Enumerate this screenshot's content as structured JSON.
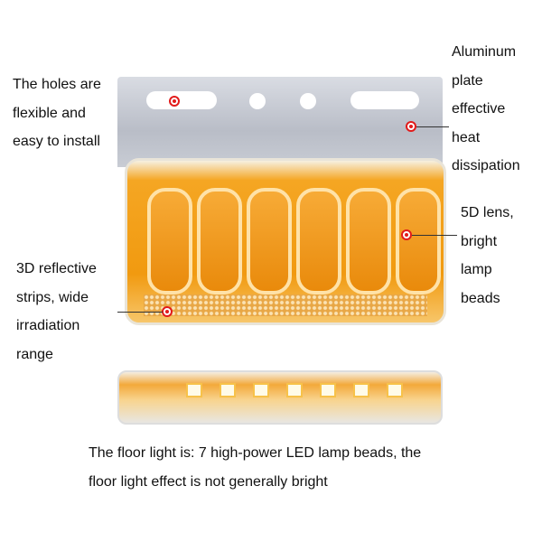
{
  "callouts": {
    "holes": [
      "The holes are",
      "flexible and",
      "easy to install"
    ],
    "aluminum": [
      "Aluminum",
      "plate",
      "effective",
      "heat",
      "dissipation"
    ],
    "lens": [
      "5D lens,",
      "bright",
      "lamp",
      "beads"
    ],
    "reflective": [
      "3D reflective",
      "strips, wide",
      "irradiation",
      "range"
    ]
  },
  "caption": [
    "The floor light is: 7 high-power LED lamp beads, the",
    "floor light effect is not generally bright"
  ],
  "colors": {
    "accent": "#e21b1b",
    "lamp": "#f19a10"
  }
}
